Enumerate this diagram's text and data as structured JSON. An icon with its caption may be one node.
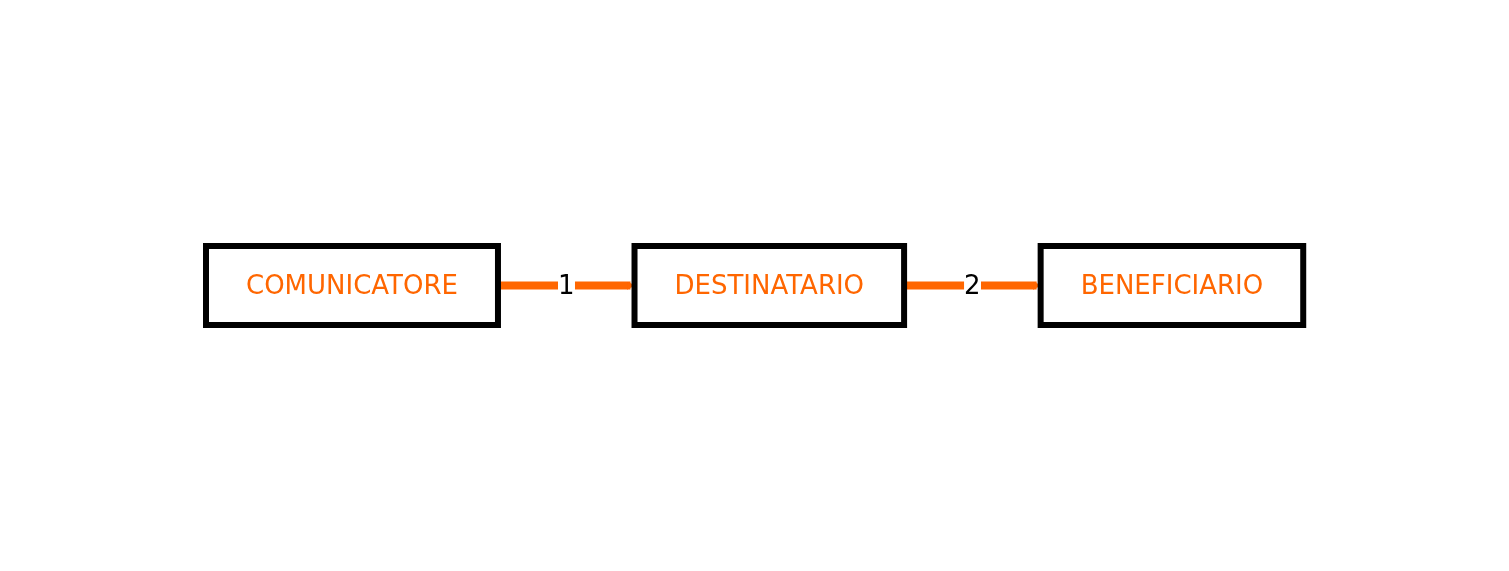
{
  "diagram": {
    "nodes": [
      {
        "text": [
          "BENEFICIARIO"
        ]
      },
      {
        "text": [
          "COMUNICATORE"
        ]
      },
      {
        "text": [
          "DESTINATARIO"
        ]
      }
    ],
    "edges": [
      {
        "from": 1,
        "to": 2,
        "arrow": "to",
        "label": "1"
      },
      {
        "from": 2,
        "to": 0,
        "arrow": "to",
        "label": "2"
      }
    ]
  }
}
